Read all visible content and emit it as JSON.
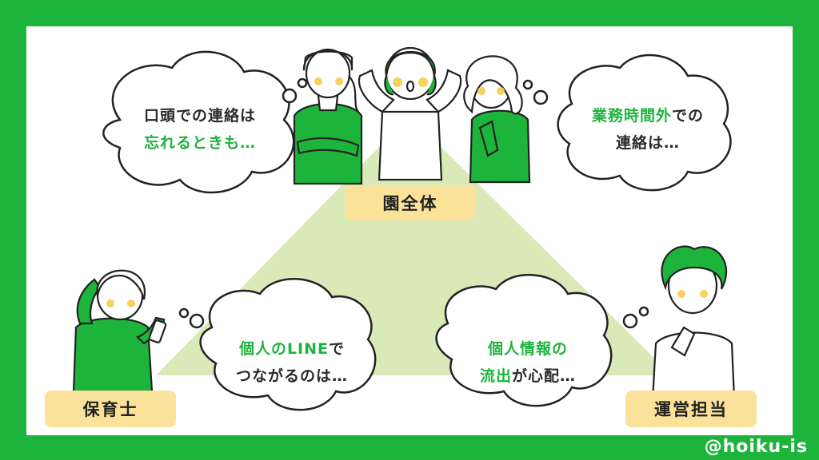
{
  "labels": {
    "top": "園全体",
    "left": "保育士",
    "right": "運営担当"
  },
  "bubbles": {
    "top_left": {
      "line1": "口頭での連絡は",
      "line2_highlight": "忘れるときも…"
    },
    "top_right": {
      "line1_highlight": "業務時間外",
      "line1_rest": "での",
      "line2": "連絡は…"
    },
    "bottom_left": {
      "line1_highlight": "個人のLINE",
      "line1_rest": "で",
      "line2": "つながるのは…"
    },
    "bottom_right": {
      "line1_highlight": "個人情報の",
      "line2_highlight": "流出",
      "line2_rest": "が心配…"
    }
  },
  "watermark": "@hoiku-is",
  "colors": {
    "frame": "#1db43c",
    "triangle": "#d9e9b8",
    "label_bg": "#fbe29a",
    "highlight": "#1db43c"
  }
}
